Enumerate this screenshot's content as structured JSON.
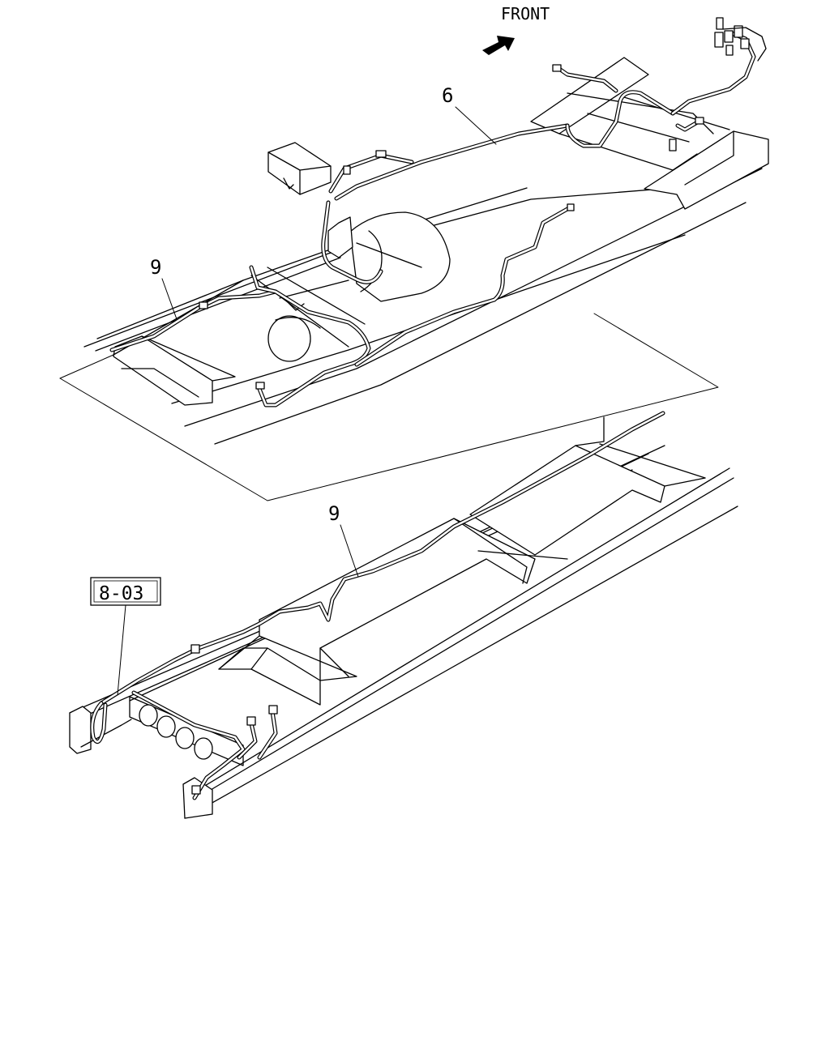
{
  "direction_label": "FRONT",
  "callouts": {
    "upper_6": "6",
    "upper_9": "9",
    "lower_9": "9",
    "ref_box": "8-03"
  },
  "icons": {
    "front_arrow": "arrow-right-icon"
  }
}
